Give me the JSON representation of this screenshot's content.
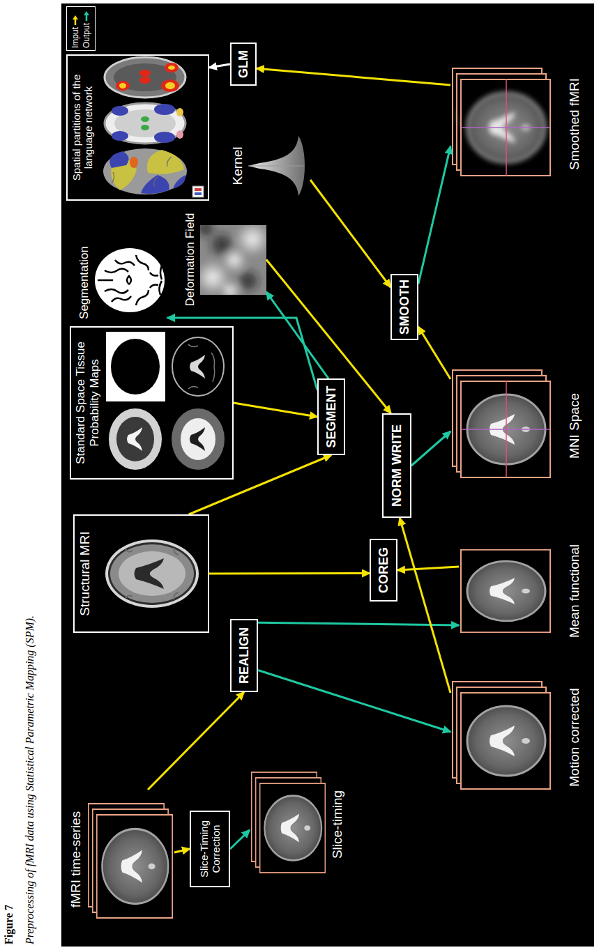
{
  "diagram": {
    "title": "Figure 7",
    "caption": "Preprocessing of fMRI data using Statistical Parametric Mapping (SPM).",
    "nodes": [
      {
        "text": [
          "fMRI time-series"
        ]
      },
      {
        "text": [
          "Slice-Timing Correction"
        ]
      },
      {
        "text": [
          "Slice-timing"
        ]
      },
      {
        "text": [
          "Structural MRI"
        ]
      },
      {
        "text": [
          "REALIGN"
        ]
      },
      {
        "text": [
          "COREG"
        ]
      },
      {
        "text": [
          "Motion corrected"
        ]
      },
      {
        "text": [
          "Mean functional"
        ]
      },
      {
        "text": [
          "Standard Space Tissue Probability Maps"
        ]
      },
      {
        "text": [
          "SEGMENT"
        ]
      },
      {
        "text": [
          "NORM WRITE"
        ]
      },
      {
        "text": [
          "MNI Space"
        ]
      },
      {
        "text": [
          "Segmentation"
        ]
      },
      {
        "text": [
          "Deformation Field"
        ]
      },
      {
        "text": [
          "Kernel"
        ]
      },
      {
        "text": [
          "SMOOTH"
        ]
      },
      {
        "text": [
          "Smoothed fMRI"
        ]
      },
      {
        "text": [
          "GLM"
        ]
      },
      {
        "text": [
          "Spatial partitions of the language network"
        ]
      }
    ],
    "edges": [
      {
        "from": 0,
        "to": 1,
        "arrow": "to"
      },
      {
        "from": 1,
        "to": 2,
        "arrow": "to"
      },
      {
        "from": 0,
        "to": 4,
        "arrow": "to"
      },
      {
        "from": 4,
        "to": 6,
        "arrow": "to"
      },
      {
        "from": 4,
        "to": 7,
        "arrow": "to"
      },
      {
        "from": 3,
        "to": 5,
        "arrow": "to"
      },
      {
        "from": 7,
        "to": 5,
        "arrow": "to"
      },
      {
        "from": 3,
        "to": 9,
        "arrow": "to"
      },
      {
        "from": 8,
        "to": 9,
        "arrow": "to"
      },
      {
        "from": 9,
        "to": 12,
        "arrow": "to"
      },
      {
        "from": 9,
        "to": 13,
        "arrow": "to"
      },
      {
        "from": 13,
        "to": 10,
        "arrow": "to"
      },
      {
        "from": 6,
        "to": 10,
        "arrow": "to"
      },
      {
        "from": 10,
        "to": 11,
        "arrow": "to"
      },
      {
        "from": 11,
        "to": 15,
        "arrow": "to"
      },
      {
        "from": 14,
        "to": 15,
        "arrow": "to"
      },
      {
        "from": 15,
        "to": 16,
        "arrow": "to"
      },
      {
        "from": 16,
        "to": 17,
        "arrow": "to"
      },
      {
        "from": 17,
        "to": 18,
        "arrow": "to"
      }
    ],
    "legend": [
      {
        "text": "Imput"
      },
      {
        "text": "Output"
      }
    ]
  }
}
